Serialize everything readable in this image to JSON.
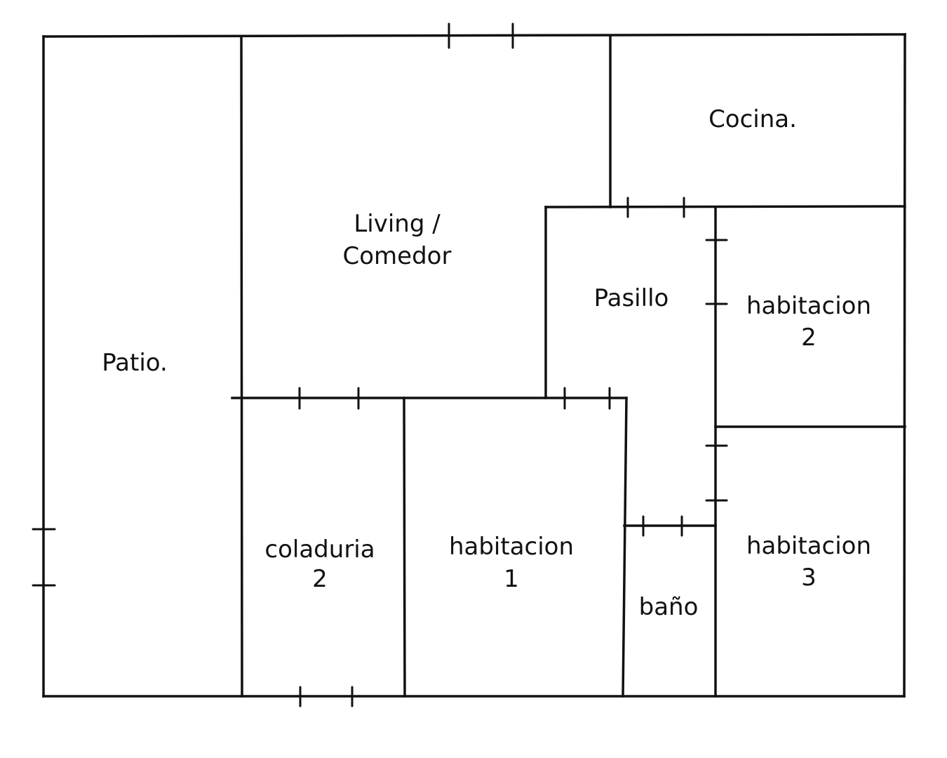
{
  "plan": {
    "rooms": {
      "patio": {
        "name": "Patio."
      },
      "living": {
        "line1": "Living /",
        "line2": "Comedor"
      },
      "cocina": {
        "name": "Cocina."
      },
      "pasillo": {
        "name": "Pasillo"
      },
      "habitacion2": {
        "line1": "habitacion",
        "line2": "2"
      },
      "habitacion3": {
        "line1": "habitacion",
        "line2": "3"
      },
      "habitacion1": {
        "line1": "habitacion",
        "line2": "1"
      },
      "coladuria2": {
        "line1": "coladuria",
        "line2": "2"
      },
      "bano": {
        "name": "baño"
      }
    },
    "colors": {
      "ink": "#111111",
      "background": "#ffffff"
    }
  }
}
